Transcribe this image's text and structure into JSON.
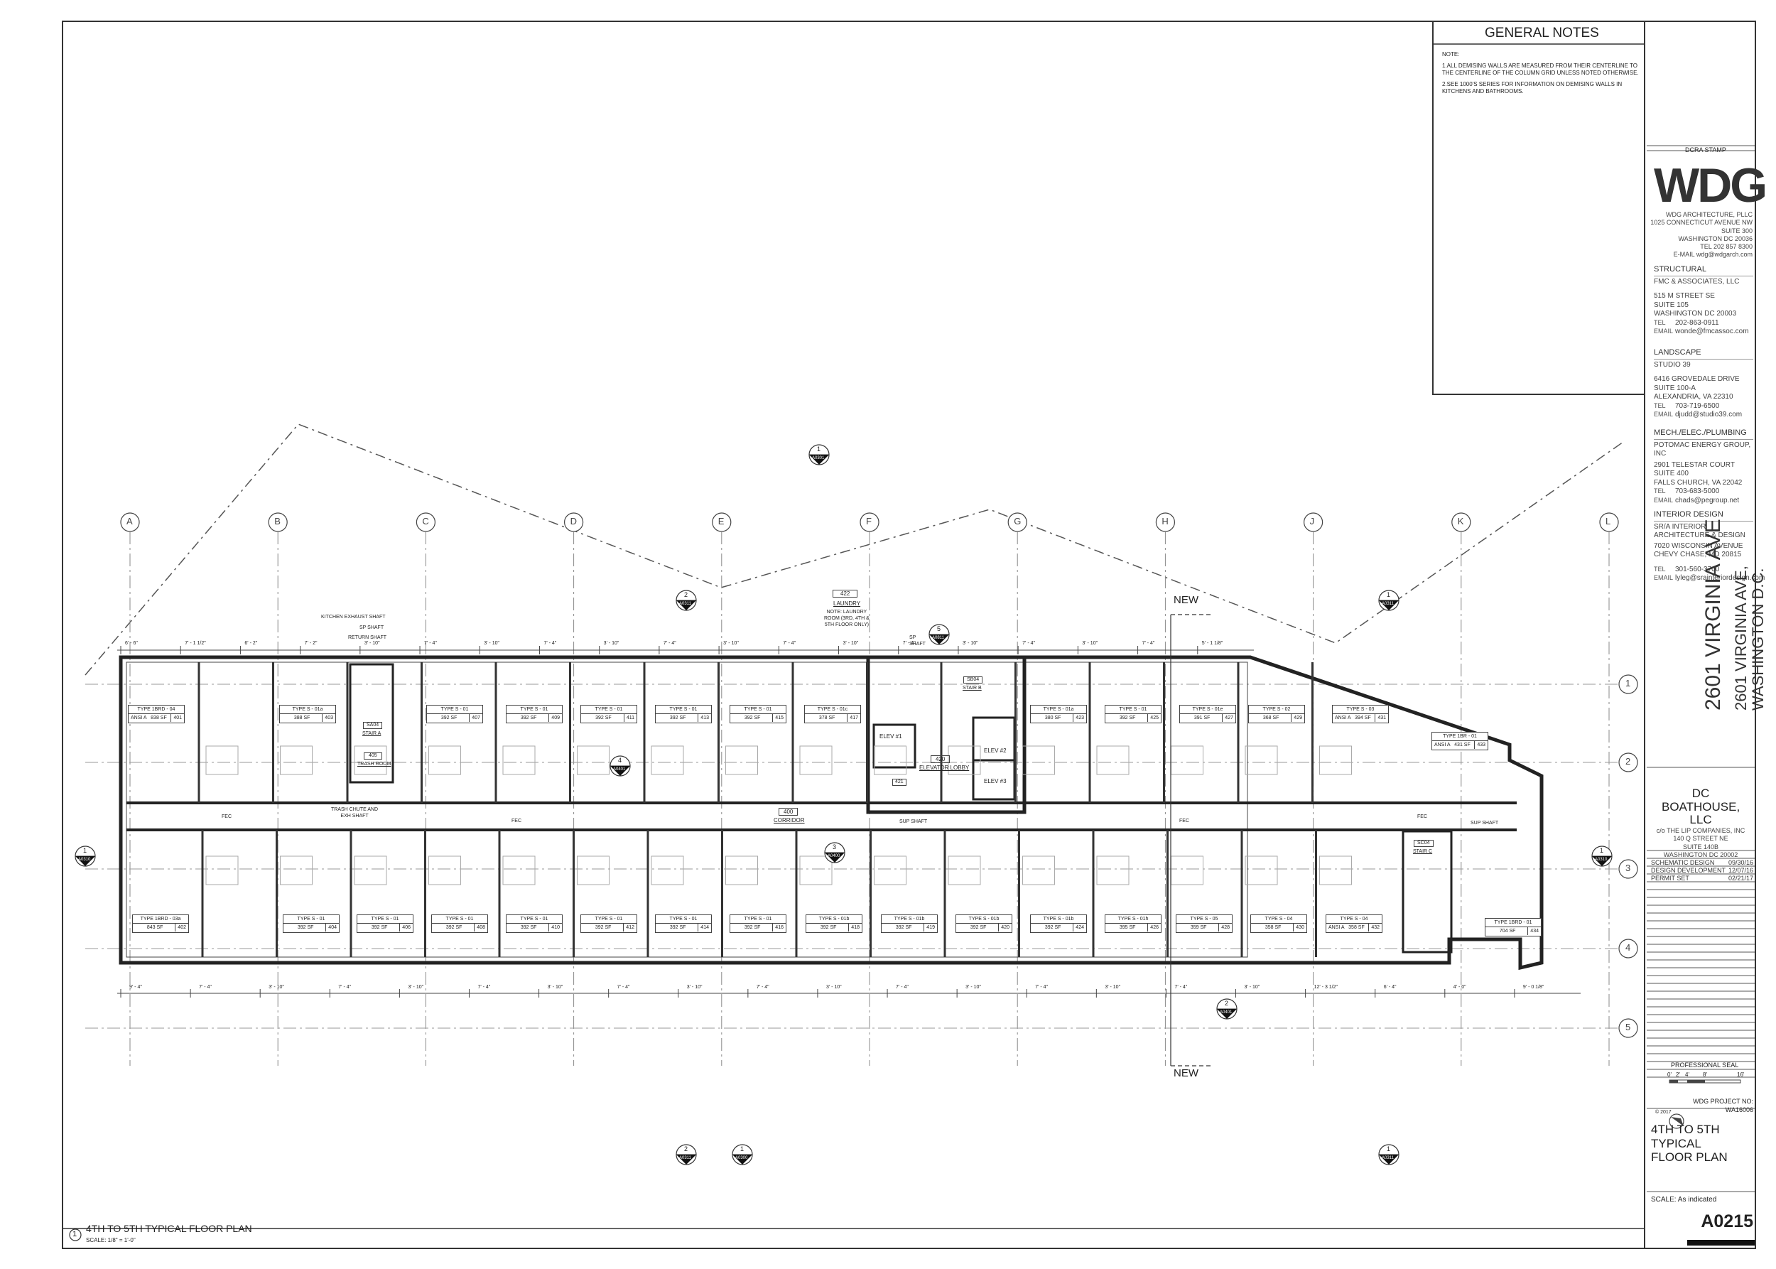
{
  "general_notes": {
    "title": "GENERAL NOTES",
    "label": "NOTE:",
    "items": [
      "1.ALL DEMISING WALLS ARE MEASURED FROM THEIR CENTERLINE TO THE CENTERLINE OF THE COLUMN GRID UNLESS NOTED OTHERWISE.",
      "2.SEE 1000'S SERIES FOR INFORMATION ON DEMISING WALLS IN KITCHENS AND BATHROOMS."
    ]
  },
  "dcra_stamp": "DCRA STAMP",
  "architect": {
    "logo": "WDG",
    "lines": [
      "WDG ARCHITECTURE, PLLC",
      "1025 CONNECTICUT AVENUE NW",
      "SUITE 300",
      "WASHINGTON DC 20036",
      "TEL 202 857 8300",
      "E-MAIL wdg@wdgarch.com"
    ]
  },
  "consultants": [
    {
      "discipline": "STRUCTURAL",
      "name": "FMC & ASSOCIATES, LLC",
      "address": [
        "515 M STREET SE",
        "SUITE 105",
        "WASHINGTON DC 20003"
      ],
      "tel": "202-863-0911",
      "email": "wonde@fmcassoc.com"
    },
    {
      "discipline": "LANDSCAPE",
      "name": "STUDIO 39",
      "address": [
        "6416 GROVEDALE DRIVE",
        "SUITE 100-A",
        "ALEXANDRIA, VA 22310"
      ],
      "tel": "703-719-6500",
      "email": "djudd@studio39.com"
    },
    {
      "discipline": "MECH./ELEC./PLUMBING",
      "name": "POTOMAC ENERGY GROUP, INC",
      "address": [
        "2901 TELESTAR COURT",
        "SUITE 400",
        "FALLS CHURCH, VA 22042"
      ],
      "tel": "703-683-5000",
      "email": "chads@pegroup.net"
    },
    {
      "discipline": "INTERIOR DESIGN",
      "name": "SR/A INTERIOR ARCHITECTURE & DESIGN",
      "address": [
        "7020 WISCONSIN AVENUE",
        "CHEVY CHASE, MD 20815"
      ],
      "tel": "301-560-3700",
      "email": "lyleg@srainteriordesign.com"
    }
  ],
  "contact_labels": {
    "tel": "TEL",
    "email": "EMAIL"
  },
  "project": {
    "name": "2601 VIRGINIA AVE",
    "address": "2601 VIRGINIA AVE,",
    "city": "WASHINGTON D.C."
  },
  "owner": {
    "name": "DC BOATHOUSE, LLC",
    "lines": [
      "c/o THE LIP COMPANIES, INC",
      "140 Q STREET NE",
      "SUITE 140B",
      "WASHINGTON DC 20002"
    ]
  },
  "issues": [
    {
      "label": "SCHEMATIC DESIGN",
      "date": "09/30/16"
    },
    {
      "label": "DESIGN DEVELOPMENT",
      "date": "12/07/16"
    },
    {
      "label": "PERMIT SET",
      "date": "02/21/17"
    }
  ],
  "professional_seal": "PROFESSIONAL SEAL",
  "scale_bar_ticks": [
    "0'",
    "2'",
    "4'",
    "8'",
    "16'"
  ],
  "copyright": "© 2017",
  "project_number_label": "WDG PROJECT NO:",
  "project_number": "WA16006",
  "sheet_title": "4TH TO 5TH TYPICAL FLOOR PLAN",
  "scale_note": "SCALE: As indicated",
  "sheet_number": "A0215",
  "drawing": {
    "number": "1",
    "title": "4TH TO 5TH TYPICAL FLOOR PLAN",
    "scale": "SCALE: 1/8\" = 1'-0\"",
    "grid_columns": [
      "A",
      "B",
      "C",
      "D",
      "E",
      "F",
      "G",
      "H",
      "J",
      "K",
      "L"
    ],
    "grid_rows": [
      "1",
      "2",
      "3",
      "4",
      "5"
    ],
    "new_labels": [
      "NEW",
      "NEW"
    ],
    "fec": "FEC",
    "north_units": [
      {
        "type": "TYPE 1BRD - 04",
        "mod": "ANSI A",
        "sf": "838 SF",
        "no": "401"
      },
      {
        "type": "TYPE S - 01a",
        "mod": "",
        "sf": "388 SF",
        "no": "403"
      },
      {
        "type": "TYPE S - 01",
        "mod": "",
        "sf": "392 SF",
        "no": "407"
      },
      {
        "type": "TYPE S - 01",
        "mod": "",
        "sf": "392 SF",
        "no": "409"
      },
      {
        "type": "TYPE S - 01",
        "mod": "",
        "sf": "392 SF",
        "no": "411"
      },
      {
        "type": "TYPE S - 01",
        "mod": "",
        "sf": "392 SF",
        "no": "413"
      },
      {
        "type": "TYPE S - 01",
        "mod": "",
        "sf": "392 SF",
        "no": "415"
      },
      {
        "type": "TYPE S - 01c",
        "mod": "",
        "sf": "378 SF",
        "no": "417"
      },
      {
        "type": "TYPE S - 01a",
        "mod": "",
        "sf": "380 SF",
        "no": "423"
      },
      {
        "type": "TYPE S - 01",
        "mod": "",
        "sf": "392 SF",
        "no": "425"
      },
      {
        "type": "TYPE S - 01e",
        "mod": "",
        "sf": "391 SF",
        "no": "427"
      },
      {
        "type": "TYPE S - 02",
        "mod": "",
        "sf": "368 SF",
        "no": "429"
      },
      {
        "type": "TYPE S - 03",
        "mod": "ANSI A",
        "sf": "394 SF",
        "no": "431"
      },
      {
        "type": "TYPE 1BR - 01",
        "mod": "ANSI A",
        "sf": "431 SF",
        "no": "433"
      }
    ],
    "south_units": [
      {
        "type": "TYPE 1BRD - 03a",
        "mod": "",
        "sf": "843 SF",
        "no": "402"
      },
      {
        "type": "TYPE S - 01",
        "mod": "",
        "sf": "392 SF",
        "no": "404"
      },
      {
        "type": "TYPE S - 01",
        "mod": "",
        "sf": "392 SF",
        "no": "406"
      },
      {
        "type": "TYPE S - 01",
        "mod": "",
        "sf": "392 SF",
        "no": "408"
      },
      {
        "type": "TYPE S - 01",
        "mod": "",
        "sf": "392 SF",
        "no": "410"
      },
      {
        "type": "TYPE S - 01",
        "mod": "",
        "sf": "392 SF",
        "no": "412"
      },
      {
        "type": "TYPE S - 01",
        "mod": "",
        "sf": "392 SF",
        "no": "414"
      },
      {
        "type": "TYPE S - 01",
        "mod": "",
        "sf": "392 SF",
        "no": "416"
      },
      {
        "type": "TYPE S - 01b",
        "mod": "",
        "sf": "392 SF",
        "no": "418"
      },
      {
        "type": "TYPE S - 01b",
        "mod": "",
        "sf": "392 SF",
        "no": "419"
      },
      {
        "type": "TYPE S - 01b",
        "mod": "",
        "sf": "392 SF",
        "no": "420"
      },
      {
        "type": "TYPE S - 01b",
        "mod": "",
        "sf": "392 SF",
        "no": "424"
      },
      {
        "type": "TYPE S - 01h",
        "mod": "",
        "sf": "395 SF",
        "no": "426"
      },
      {
        "type": "TYPE S - 05",
        "mod": "",
        "sf": "359 SF",
        "no": "428"
      },
      {
        "type": "TYPE S - 04",
        "mod": "",
        "sf": "358 SF",
        "no": "430"
      },
      {
        "type": "TYPE S - 04",
        "mod": "ANSI A",
        "sf": "358 SF",
        "no": "432"
      },
      {
        "type": "TYPE 1BRD - 01",
        "mod": "",
        "sf": "704 SF",
        "no": "434"
      }
    ],
    "rooms": {
      "corridor_no": "400",
      "corridor": "CORRIDOR",
      "laundry_no": "422",
      "laundry": "LAUNDRY",
      "laundry_note": [
        "NOTE: LAUNDRY",
        "ROOM (3RD, 4TH &",
        "5TH FLOOR ONLY)"
      ],
      "elevator_lobby_no": "420",
      "elevator_lobby": "ELEVATOR LOBBY",
      "elev1": "ELEV #1",
      "elev2": "ELEV #2",
      "elev3": "ELEV #3",
      "trash_room_no": "405",
      "trash_room": "TRASH ROOM",
      "stair_a_no": "SA04",
      "stair_a": "STAIR A",
      "stair_b_no": "SB04",
      "stair_b": "STAIR B",
      "stair_c_no": "SC04",
      "stair_c": "STAIR C",
      "room_421": "421"
    },
    "callouts": {
      "kitchen_exhaust": "KITCHEN EXHAUST SHAFT",
      "sp_shaft": "SP SHAFT",
      "return_shaft": "RETURN SHAFT",
      "trash_chute": [
        "TRASH CHUTE AND",
        "EXH SHAFT"
      ],
      "sp_shaft2": [
        "SP",
        "SHAFT"
      ],
      "sup_shaft": "SUP SHAFT",
      "sup_shaft_right": "SUP SHAFT"
    },
    "section_marks": [
      {
        "num": "1",
        "ref": "A0301"
      },
      {
        "num": "2",
        "ref": "A0311"
      },
      {
        "num": "1",
        "ref": "A0311"
      },
      {
        "num": "5",
        "ref": "A0811"
      },
      {
        "num": "1",
        "ref": "A0310"
      },
      {
        "num": "1",
        "ref": "A0310"
      },
      {
        "num": "2",
        "ref": "A0311"
      },
      {
        "num": "1",
        "ref": "A0300"
      },
      {
        "num": "1",
        "ref": "A0311"
      },
      {
        "num": "2",
        "ref": "A0401"
      },
      {
        "num": "4",
        "ref": "A0401"
      },
      {
        "num": "3",
        "ref": "A0400"
      }
    ],
    "dims_top": [
      "6' - 6\"",
      "7' - 1 1/2\"",
      "6' - 2\"",
      "7' - 2\"",
      "3' - 10\"",
      "7' - 4\"",
      "3' - 10\"",
      "7' - 4\"",
      "3' - 10\"",
      "7' - 4\"",
      "3' - 10\"",
      "7' - 4\"",
      "3' - 10\"",
      "7' - 4\"",
      "3' - 10\"",
      "7' - 4\"",
      "3' - 10\"",
      "7' - 4\"",
      "5' - 1 1/8\""
    ],
    "dims_bottom": [
      "9' - 4\"",
      "7' - 4\"",
      "3' - 10\"",
      "7' - 4\"",
      "3' - 10\"",
      "7' - 4\"",
      "3' - 10\"",
      "7' - 4\"",
      "3' - 10\"",
      "7' - 4\"",
      "3' - 10\"",
      "7' - 4\"",
      "3' - 10\"",
      "7' - 4\"",
      "3' - 10\"",
      "7' - 4\"",
      "3' - 10\"",
      "12' - 3 1/2\"",
      "6' - 4\"",
      "4' - 0\"",
      "9' - 0 1/8\""
    ]
  }
}
